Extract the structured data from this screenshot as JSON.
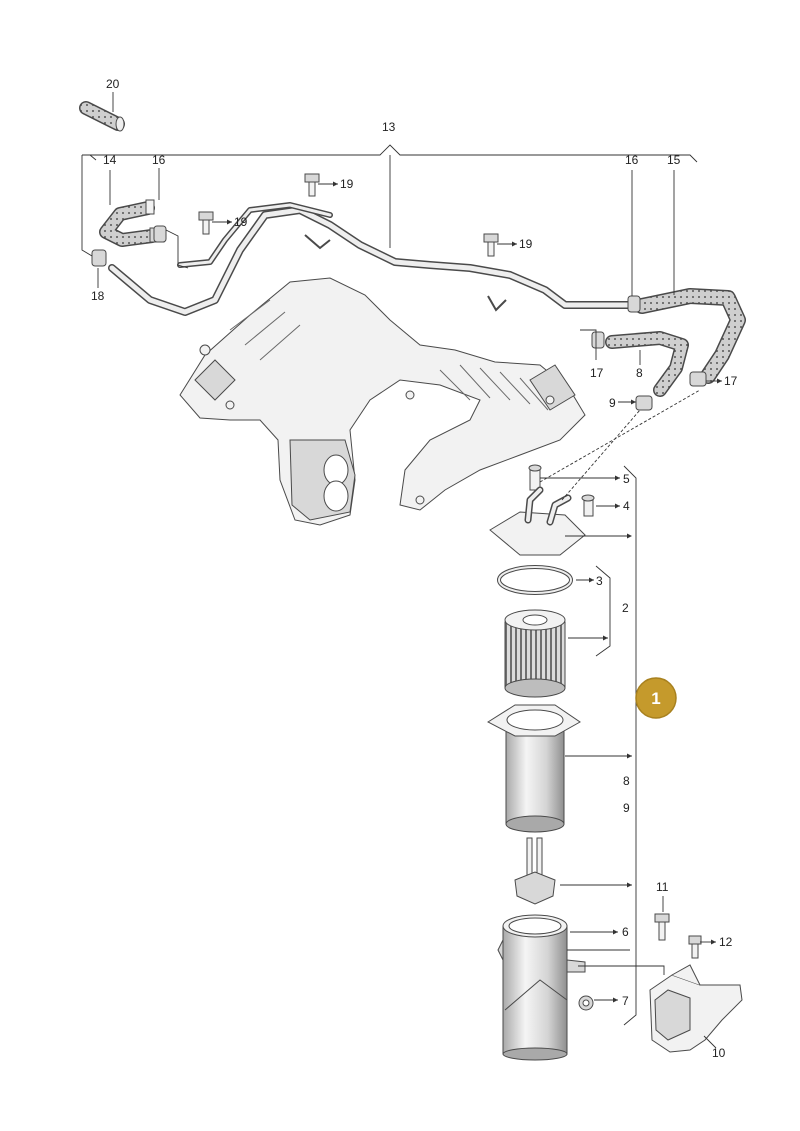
{
  "labels": {
    "l20": "20",
    "l13": "13",
    "l14": "14",
    "l16a": "16",
    "l16b": "16",
    "l15": "15",
    "l19a": "19",
    "l19b": "19",
    "l19c": "19",
    "l18": "18",
    "l17a": "17",
    "l17b": "17",
    "l8a": "8",
    "l9a": "9",
    "l5": "5",
    "l4": "4",
    "l3": "3",
    "l2": "2",
    "l8b": "8",
    "l9b": "9",
    "l11": "11",
    "l12": "12",
    "l6": "6",
    "l7": "7",
    "l10": "10"
  },
  "badge": {
    "text": "1",
    "color": "#c59a2c"
  },
  "colors": {
    "line": "#333333",
    "part_fill": "#f2f2f2",
    "part_stroke": "#4a4a4a",
    "hose_fill": "#c9c9c9"
  }
}
